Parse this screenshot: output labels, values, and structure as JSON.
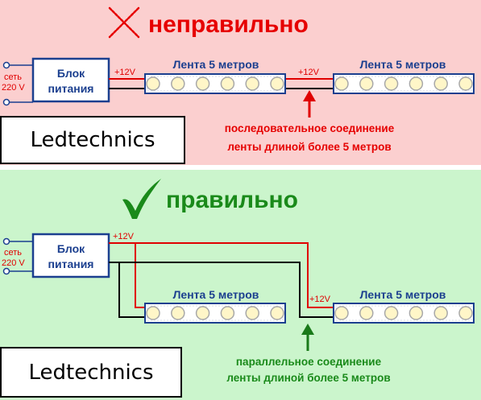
{
  "colors": {
    "wrong_bg": "#fbcfcf",
    "right_bg": "#cbf5cc",
    "wrong_heading": "#e60000",
    "right_heading": "#1a8a1a",
    "wire_positive": "#e00000",
    "wire_negative": "#000000",
    "box_border": "#1b3f8f",
    "box_text": "#1b3f8f",
    "strip_border": "#1b3f8f",
    "led_fill": "#fff6c8"
  },
  "top": {
    "heading": "неправильно",
    "mark_icon": "cross-mark-icon",
    "mains_label_1": "сеть",
    "mains_label_2": "220 V",
    "psu_line1": "Блок",
    "psu_line2": "питания",
    "voltage_1": "+12V",
    "voltage_2": "+12V",
    "strip_1_label": "Лента 5 метров",
    "strip_2_label": "Лента 5 метров",
    "note_line1": "последовательное соединение",
    "note_line2": "ленты длиной более 5 метров",
    "watermark": "Ledtechnics"
  },
  "bottom": {
    "heading": "правильно",
    "mark_icon": "check-mark-icon",
    "mains_label_1": "сеть",
    "mains_label_2": "220 V",
    "psu_line1": "Блок",
    "psu_line2": "питания",
    "voltage_1": "+12V",
    "voltage_2": "+12V",
    "strip_1_label": "Лента 5 метров",
    "strip_2_label": "Лента 5 метров",
    "note_line1": "параллельное соединение",
    "note_line2": "ленты длиной более 5 метров",
    "watermark": "Ledtechnics"
  }
}
